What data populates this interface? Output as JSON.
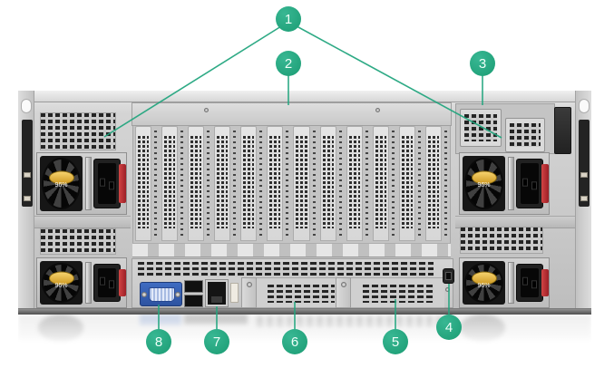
{
  "diagram": {
    "type": "server-rear-panel-callout-diagram",
    "psu_badge_label": "96%",
    "callouts": [
      {
        "number": "1",
        "target": "power-supply-bay-vent"
      },
      {
        "number": "2",
        "target": "pcie-expansion-slot-cage"
      },
      {
        "number": "3",
        "target": "rear-vent-modules"
      },
      {
        "number": "4",
        "target": "micro-usb-service-port"
      },
      {
        "number": "5",
        "target": "rear-blank-slot-right"
      },
      {
        "number": "6",
        "target": "rear-blank-slot-left"
      },
      {
        "number": "7",
        "target": "ethernet-port"
      },
      {
        "number": "8",
        "target": "vga-port"
      }
    ],
    "counts": {
      "pcie_slots": 12,
      "power_supplies": 4
    },
    "colors": {
      "callout_green": "#23a57e",
      "latch_red": "#9c1f26",
      "vga_blue": "#3f6cc2",
      "badge_gold": "#ddab32"
    }
  }
}
